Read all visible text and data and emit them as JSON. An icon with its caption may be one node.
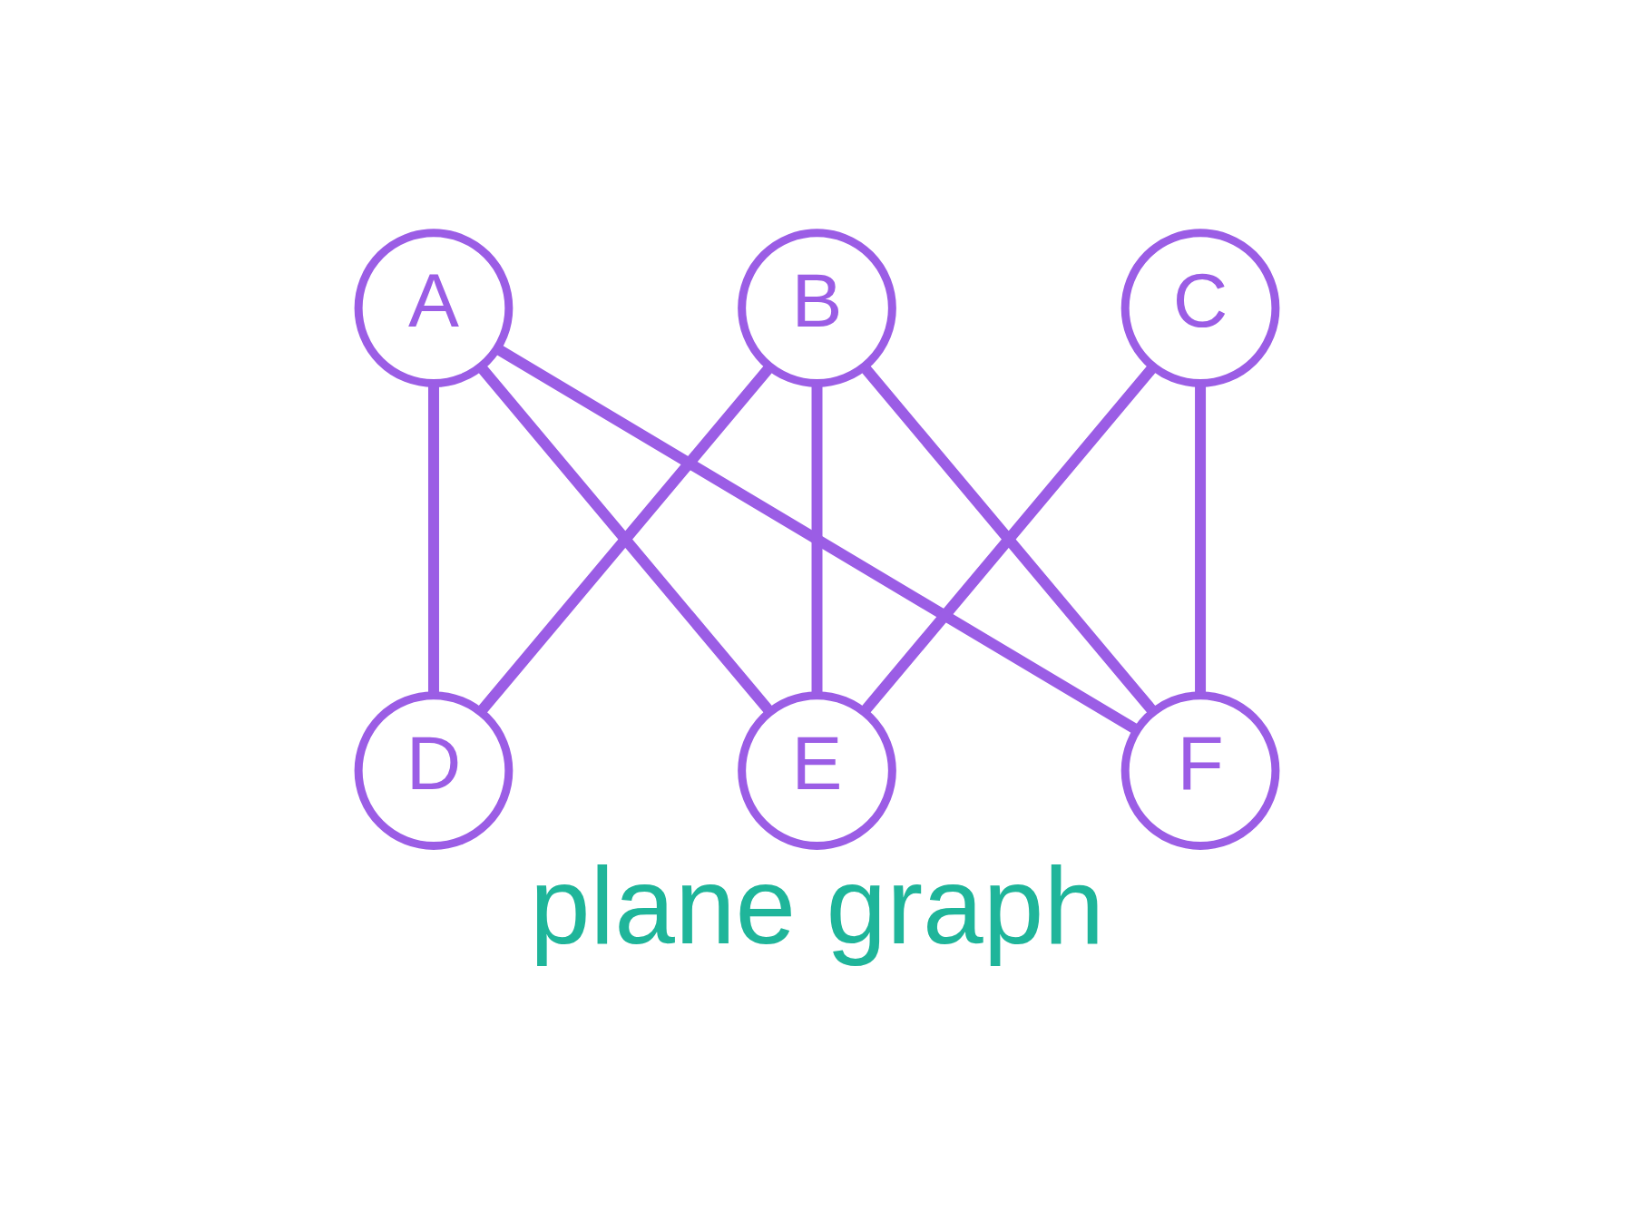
{
  "diagram": {
    "caption": "plane graph",
    "nodes": [
      {
        "text": [
          "A"
        ]
      },
      {
        "text": [
          "B"
        ]
      },
      {
        "text": [
          "C"
        ]
      },
      {
        "text": [
          "D"
        ]
      },
      {
        "text": [
          "E"
        ]
      },
      {
        "text": [
          "F"
        ]
      }
    ],
    "edges": [
      {
        "from": 0,
        "to": 3,
        "arrow": "none"
      },
      {
        "from": 0,
        "to": 5,
        "arrow": "none"
      },
      {
        "from": 0,
        "to": 4,
        "arrow": "none"
      },
      {
        "from": 1,
        "to": 3,
        "arrow": "none"
      },
      {
        "from": 1,
        "to": 4,
        "arrow": "none"
      },
      {
        "from": 1,
        "to": 5,
        "arrow": "none"
      },
      {
        "from": 2,
        "to": 4,
        "arrow": "none"
      },
      {
        "from": 2,
        "to": 5,
        "arrow": "none"
      }
    ]
  }
}
